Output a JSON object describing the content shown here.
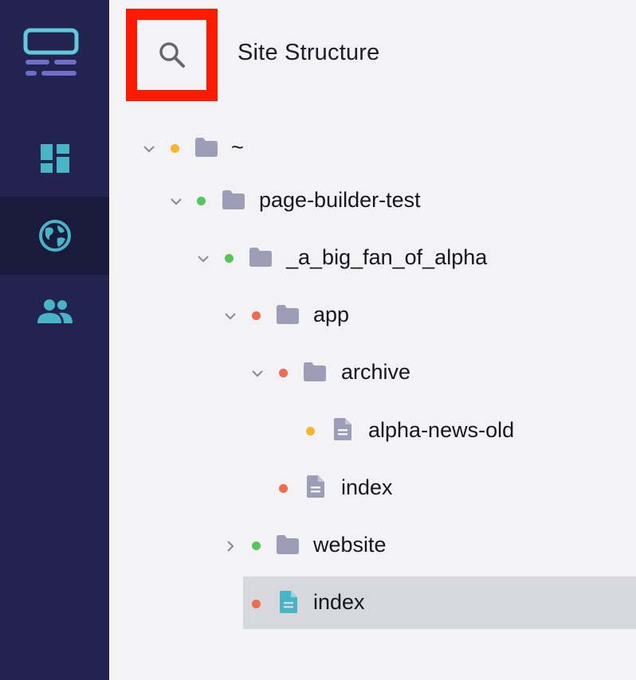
{
  "sidebar": {
    "logo_icon": "site-logo-icon",
    "items": [
      {
        "name": "dashboard",
        "icon": "dashboard-icon",
        "active": false
      },
      {
        "name": "sites",
        "icon": "globe-icon",
        "active": true
      },
      {
        "name": "users",
        "icon": "users-icon",
        "active": false
      }
    ]
  },
  "header": {
    "title": "Site Structure",
    "search_icon": "search-icon"
  },
  "tree": [
    {
      "label": "~",
      "type": "folder",
      "expanded": true,
      "status": "yellow"
    },
    {
      "label": "page-builder-test",
      "type": "folder",
      "expanded": true,
      "status": "green"
    },
    {
      "label": "_a_big_fan_of_alpha",
      "type": "folder",
      "expanded": true,
      "status": "green"
    },
    {
      "label": "app",
      "type": "folder",
      "expanded": true,
      "status": "red"
    },
    {
      "label": "archive",
      "type": "folder",
      "expanded": true,
      "status": "red"
    },
    {
      "label": "alpha-news-old",
      "type": "page",
      "status": "yellow"
    },
    {
      "label": "index",
      "type": "page",
      "status": "red"
    },
    {
      "label": "website",
      "type": "folder",
      "expanded": false,
      "status": "green"
    },
    {
      "label": "index",
      "type": "page",
      "status": "red",
      "selected": true
    }
  ],
  "colors": {
    "sidebar_bg": "#22244f",
    "sidebar_active_bg": "#1a1b3c",
    "accent_teal": "#46b5c6",
    "status_yellow": "#f7b52b",
    "status_green": "#54c75a",
    "status_red": "#f26a4b",
    "folder_gray": "#9d9db7",
    "highlight_red": "#ff1a00"
  }
}
